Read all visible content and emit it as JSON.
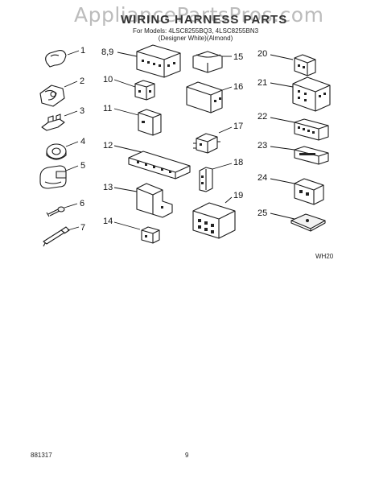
{
  "watermark": "AppliancePartsPros.com",
  "title": "WIRING HARNESS PARTS",
  "models_line": "For Models: 4LSC8255BQ3, 4LSC8255BN3",
  "colors_line": "(Designer White)(Almond)",
  "code_right": "WH20",
  "doc_number": "881317",
  "page_number": "9",
  "callouts": {
    "c1": "1",
    "c2": "2",
    "c3": "3",
    "c4": "4",
    "c5": "5",
    "c6": "6",
    "c7": "7",
    "c89": "8,9",
    "c10": "10",
    "c11": "11",
    "c12": "12",
    "c13": "13",
    "c14": "14",
    "c15": "15",
    "c16": "16",
    "c17": "17",
    "c18": "18",
    "c19": "19",
    "c20": "20",
    "c21": "21",
    "c22": "22",
    "c23": "23",
    "c24": "24",
    "c25": "25"
  }
}
